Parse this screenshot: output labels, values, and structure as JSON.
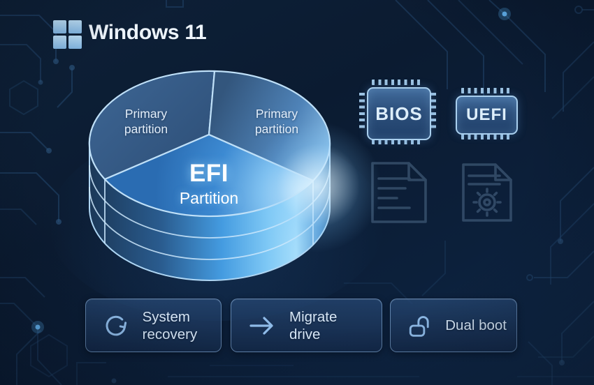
{
  "header": {
    "title": "Windows 11",
    "logo_icon": "windows-logo-icon"
  },
  "disk": {
    "type": "pie-cylinder",
    "description": "3D disk split into three partitions",
    "slices": [
      {
        "id": "left",
        "label": "Primary partition",
        "highlighted": false
      },
      {
        "id": "right",
        "label": "Primary partition",
        "highlighted": false
      },
      {
        "id": "front",
        "label_line1": "EFI",
        "label_line2": "Partition",
        "highlighted": true
      }
    ]
  },
  "chips": {
    "bios": "BIOS",
    "uefi": "UEFI"
  },
  "file_icons": [
    {
      "icon": "document-icon"
    },
    {
      "icon": "config-file-icon"
    }
  ],
  "actions": [
    {
      "label": "System recovery",
      "icon": "refresh-icon"
    },
    {
      "label": "Migrate drive",
      "icon": "arrow-right-icon"
    },
    {
      "label": "Dual boot",
      "icon": "unlock-icon"
    }
  ],
  "colors": {
    "background": "#0b1b31",
    "accent_glow": "#bfe6fc",
    "disk_outline": "#bfe0f8",
    "circuit_line": "#24486f",
    "text_primary": "#edf4fb",
    "chip_border": "#a9cfee",
    "button_border": "#8ab2dc"
  }
}
